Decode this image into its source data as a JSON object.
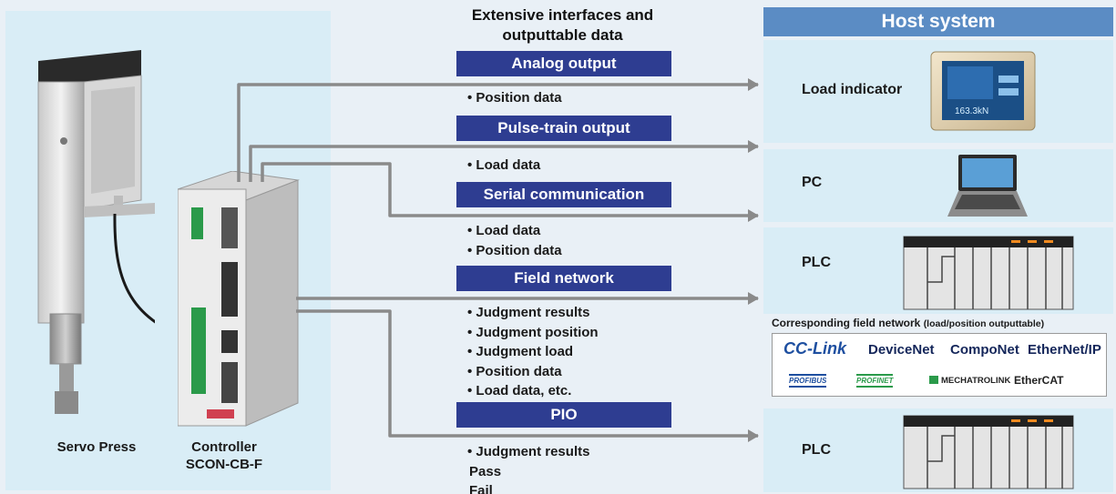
{
  "left": {
    "servo_press_caption": "Servo Press",
    "controller_caption_line1": "Controller",
    "controller_caption_line2": "SCON-CB-F"
  },
  "center": {
    "heading_line1": "Extensive interfaces and",
    "heading_line2": "outputtable data",
    "sections": [
      {
        "label": "Analog output",
        "bullets": [
          "• Position data"
        ]
      },
      {
        "label": "Pulse-train output",
        "bullets": [
          "• Load data"
        ]
      },
      {
        "label": "Serial communication",
        "bullets": [
          "• Load data",
          "• Position data"
        ]
      },
      {
        "label": "Field network",
        "bullets": [
          "• Judgment results",
          "• Judgment position",
          "• Judgment load",
          "• Position data",
          "• Load data, etc."
        ]
      },
      {
        "label": "PIO",
        "bullets": [
          "• Judgment results",
          "Pass",
          "Fail"
        ]
      }
    ]
  },
  "host": {
    "title": "Host system",
    "items": [
      {
        "label": "Load indicator",
        "display_value": "163.3kN"
      },
      {
        "label": "PC"
      },
      {
        "label": "PLC"
      },
      {
        "label": "PLC"
      }
    ],
    "network_caption": "Corresponding field network",
    "network_caption_note": "(load/position outputtable)",
    "networks": [
      "CC-Link",
      "DeviceNet",
      "CompoNet",
      "EtherNet/IP",
      "PROFIBUS",
      "PROFINET",
      "MECHATROLINK",
      "EtherCAT"
    ]
  },
  "colors": {
    "bar": "#2e3d91",
    "host_title": "#5b8cc4",
    "panel": "#d9edf6",
    "arrow": "#8a8a8a"
  }
}
